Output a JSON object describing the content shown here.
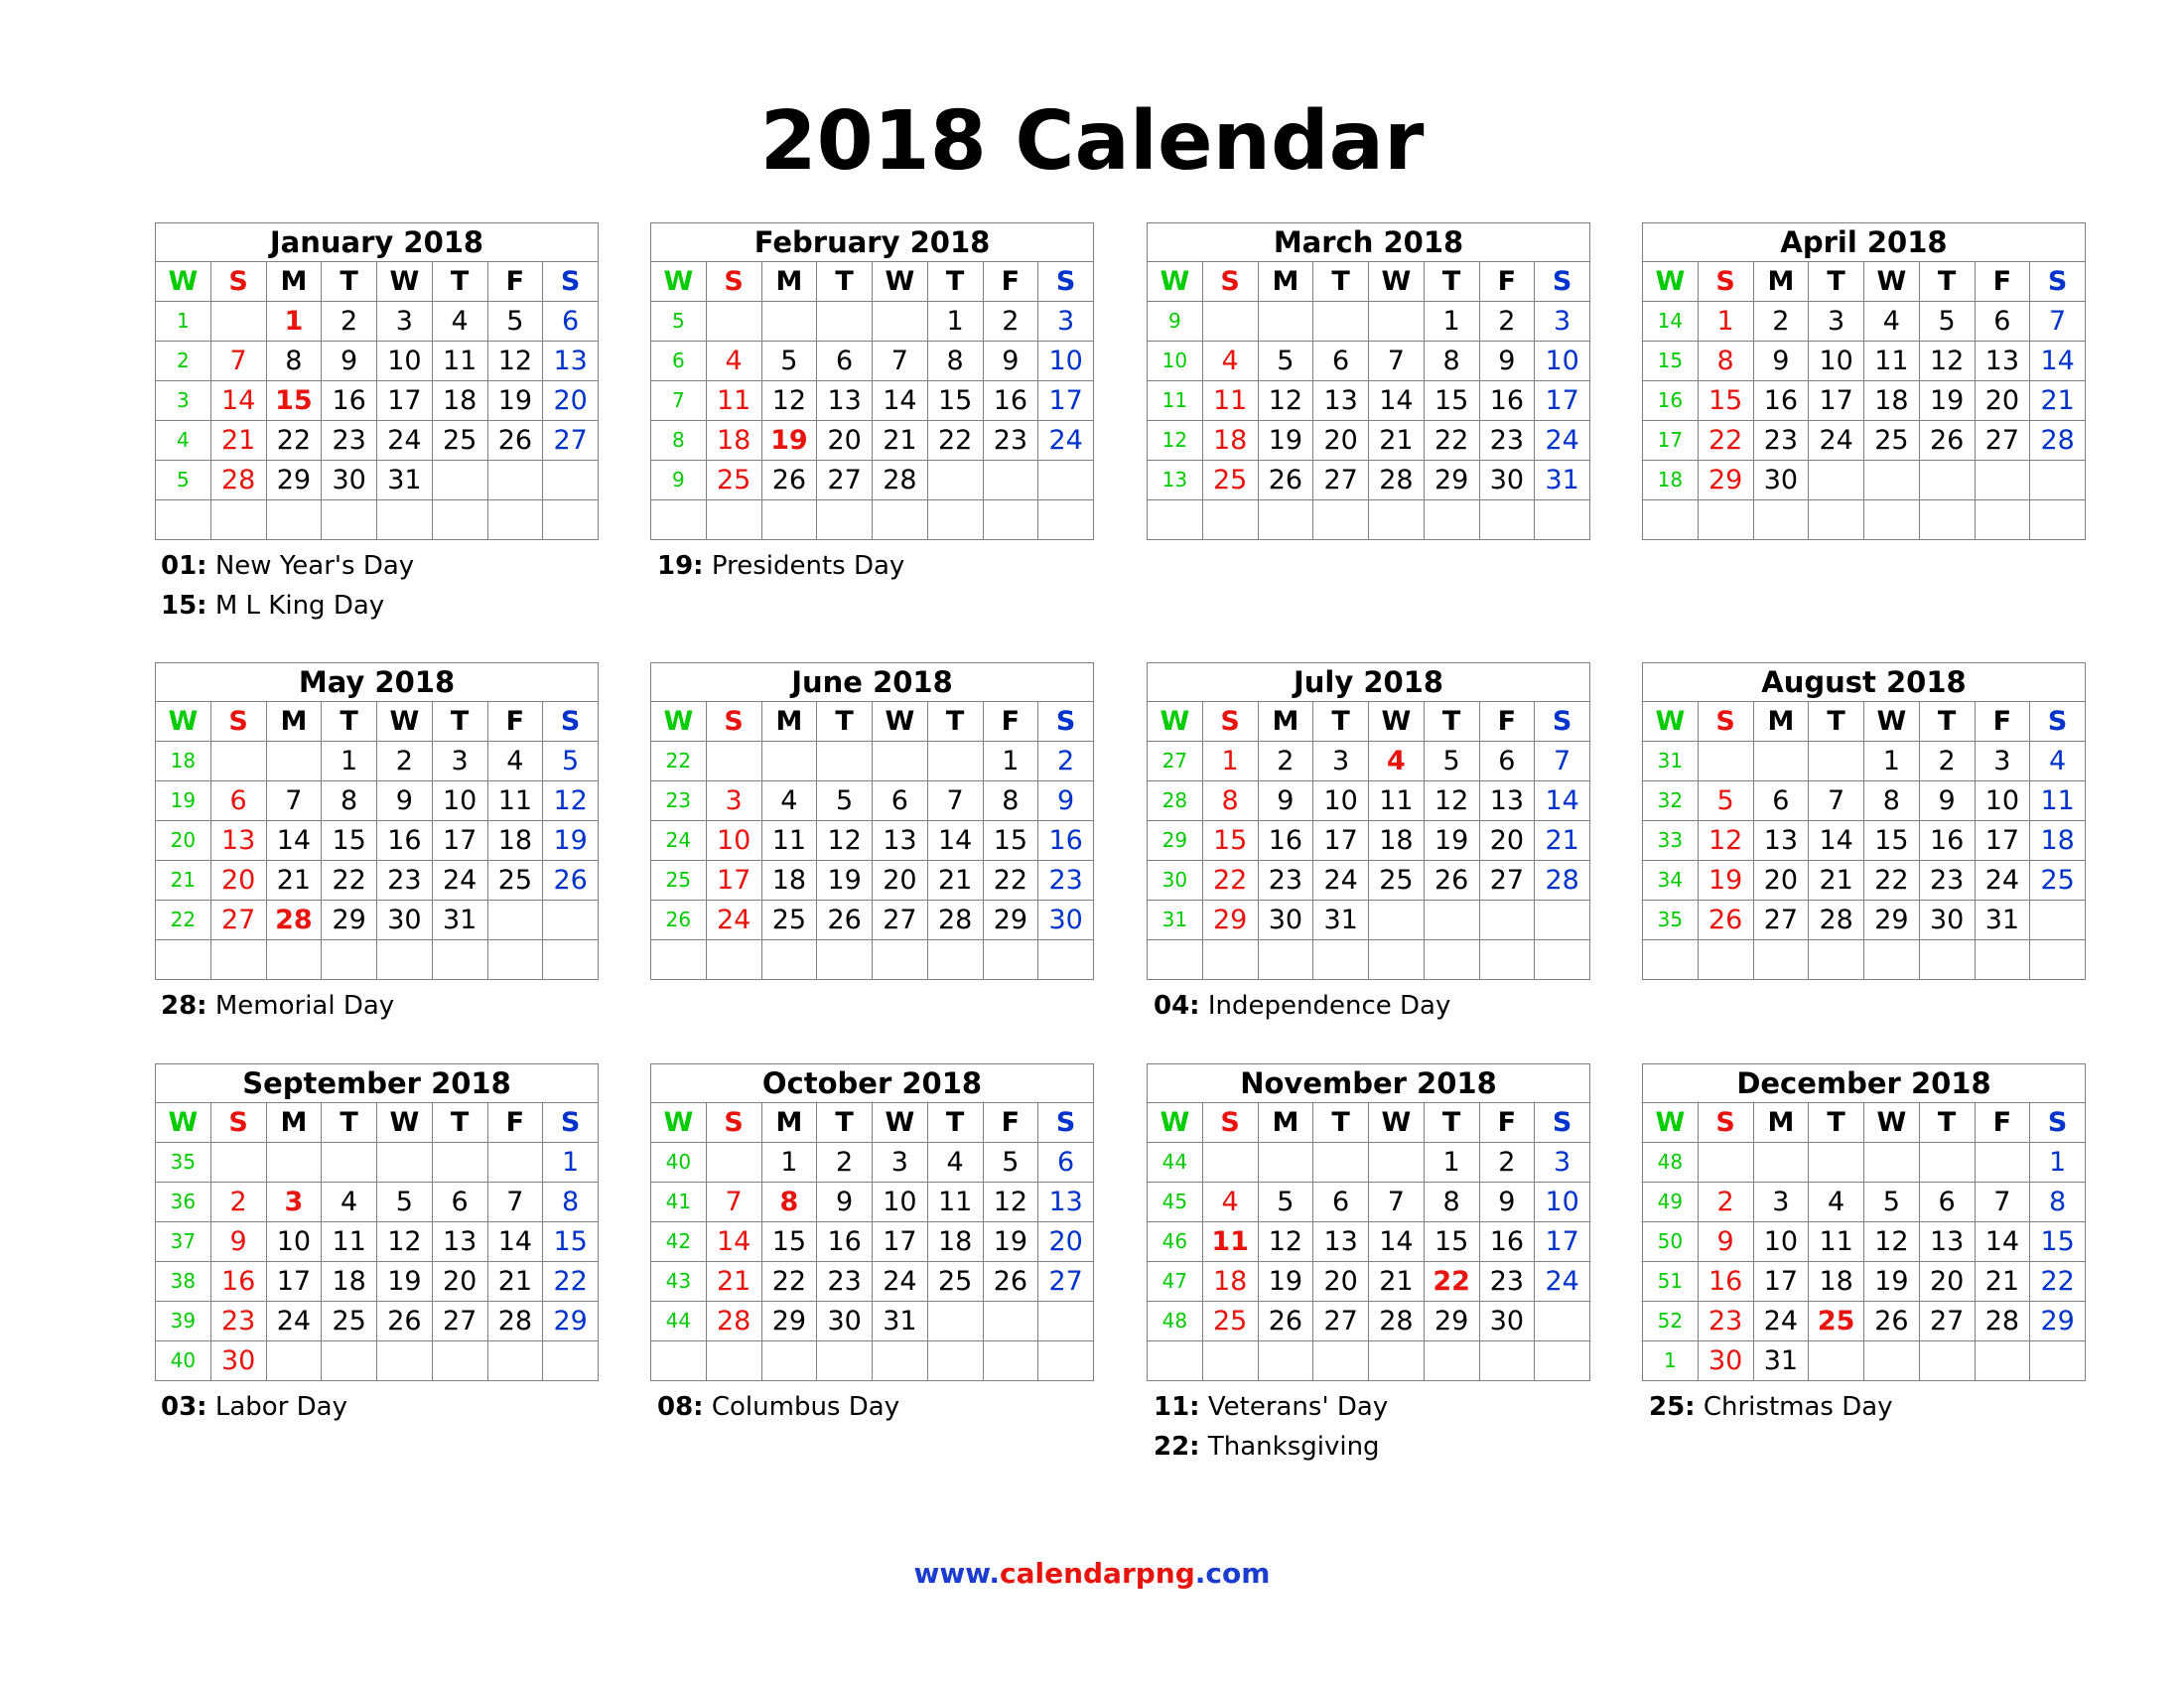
{
  "title": "2018 Calendar",
  "dow": [
    "W",
    "S",
    "M",
    "T",
    "W",
    "T",
    "F",
    "S"
  ],
  "colors": {
    "week": "#00cc00",
    "sunday": "#e8130d",
    "saturday": "#0033cc",
    "holiday": "#e8130d",
    "grid": "#7f7f7f"
  },
  "months": [
    {
      "name": "January 2018",
      "weeks": [
        "1",
        "2",
        "3",
        "4",
        "5",
        ""
      ],
      "days": [
        [
          "",
          "1",
          "2",
          "3",
          "4",
          "5",
          "6"
        ],
        [
          "7",
          "8",
          "9",
          "10",
          "11",
          "12",
          "13"
        ],
        [
          "14",
          "15",
          "16",
          "17",
          "18",
          "19",
          "20"
        ],
        [
          "21",
          "22",
          "23",
          "24",
          "25",
          "26",
          "27"
        ],
        [
          "28",
          "29",
          "30",
          "31",
          "",
          "",
          ""
        ],
        [
          "",
          "",
          "",
          "",
          "",
          "",
          ""
        ]
      ],
      "holidays": [
        "1",
        "15"
      ],
      "notes": [
        {
          "day": "01:",
          "text": "New Year's Day"
        },
        {
          "day": "15:",
          "text": "M L King Day"
        }
      ]
    },
    {
      "name": "February 2018",
      "weeks": [
        "5",
        "6",
        "7",
        "8",
        "9",
        ""
      ],
      "days": [
        [
          "",
          "",
          "",
          "",
          "1",
          "2",
          "3"
        ],
        [
          "4",
          "5",
          "6",
          "7",
          "8",
          "9",
          "10"
        ],
        [
          "11",
          "12",
          "13",
          "14",
          "15",
          "16",
          "17"
        ],
        [
          "18",
          "19",
          "20",
          "21",
          "22",
          "23",
          "24"
        ],
        [
          "25",
          "26",
          "27",
          "28",
          "",
          "",
          ""
        ],
        [
          "",
          "",
          "",
          "",
          "",
          "",
          ""
        ]
      ],
      "holidays": [
        "19"
      ],
      "notes": [
        {
          "day": "19:",
          "text": "Presidents Day"
        }
      ]
    },
    {
      "name": "March 2018",
      "weeks": [
        "9",
        "10",
        "11",
        "12",
        "13",
        ""
      ],
      "days": [
        [
          "",
          "",
          "",
          "",
          "1",
          "2",
          "3"
        ],
        [
          "4",
          "5",
          "6",
          "7",
          "8",
          "9",
          "10"
        ],
        [
          "11",
          "12",
          "13",
          "14",
          "15",
          "16",
          "17"
        ],
        [
          "18",
          "19",
          "20",
          "21",
          "22",
          "23",
          "24"
        ],
        [
          "25",
          "26",
          "27",
          "28",
          "29",
          "30",
          "31"
        ],
        [
          "",
          "",
          "",
          "",
          "",
          "",
          ""
        ]
      ],
      "holidays": [],
      "notes": []
    },
    {
      "name": "April 2018",
      "weeks": [
        "14",
        "15",
        "16",
        "17",
        "18",
        ""
      ],
      "days": [
        [
          "1",
          "2",
          "3",
          "4",
          "5",
          "6",
          "7"
        ],
        [
          "8",
          "9",
          "10",
          "11",
          "12",
          "13",
          "14"
        ],
        [
          "15",
          "16",
          "17",
          "18",
          "19",
          "20",
          "21"
        ],
        [
          "22",
          "23",
          "24",
          "25",
          "26",
          "27",
          "28"
        ],
        [
          "29",
          "30",
          "",
          "",
          "",
          "",
          ""
        ],
        [
          "",
          "",
          "",
          "",
          "",
          "",
          ""
        ]
      ],
      "holidays": [],
      "notes": []
    },
    {
      "name": "May 2018",
      "weeks": [
        "18",
        "19",
        "20",
        "21",
        "22",
        ""
      ],
      "days": [
        [
          "",
          "",
          "1",
          "2",
          "3",
          "4",
          "5"
        ],
        [
          "6",
          "7",
          "8",
          "9",
          "10",
          "11",
          "12"
        ],
        [
          "13",
          "14",
          "15",
          "16",
          "17",
          "18",
          "19"
        ],
        [
          "20",
          "21",
          "22",
          "23",
          "24",
          "25",
          "26"
        ],
        [
          "27",
          "28",
          "29",
          "30",
          "31",
          "",
          ""
        ],
        [
          "",
          "",
          "",
          "",
          "",
          "",
          ""
        ]
      ],
      "holidays": [
        "28"
      ],
      "notes": [
        {
          "day": "28:",
          "text": "Memorial Day"
        }
      ]
    },
    {
      "name": "June 2018",
      "weeks": [
        "22",
        "23",
        "24",
        "25",
        "26",
        ""
      ],
      "days": [
        [
          "",
          "",
          "",
          "",
          "",
          "1",
          "2"
        ],
        [
          "3",
          "4",
          "5",
          "6",
          "7",
          "8",
          "9"
        ],
        [
          "10",
          "11",
          "12",
          "13",
          "14",
          "15",
          "16"
        ],
        [
          "17",
          "18",
          "19",
          "20",
          "21",
          "22",
          "23"
        ],
        [
          "24",
          "25",
          "26",
          "27",
          "28",
          "29",
          "30"
        ],
        [
          "",
          "",
          "",
          "",
          "",
          "",
          ""
        ]
      ],
      "holidays": [],
      "notes": []
    },
    {
      "name": "July 2018",
      "weeks": [
        "27",
        "28",
        "29",
        "30",
        "31",
        ""
      ],
      "days": [
        [
          "1",
          "2",
          "3",
          "4",
          "5",
          "6",
          "7"
        ],
        [
          "8",
          "9",
          "10",
          "11",
          "12",
          "13",
          "14"
        ],
        [
          "15",
          "16",
          "17",
          "18",
          "19",
          "20",
          "21"
        ],
        [
          "22",
          "23",
          "24",
          "25",
          "26",
          "27",
          "28"
        ],
        [
          "29",
          "30",
          "31",
          "",
          "",
          "",
          ""
        ],
        [
          "",
          "",
          "",
          "",
          "",
          "",
          ""
        ]
      ],
      "holidays": [
        "4"
      ],
      "notes": [
        {
          "day": "04:",
          "text": "Independence Day"
        }
      ]
    },
    {
      "name": "August 2018",
      "weeks": [
        "31",
        "32",
        "33",
        "34",
        "35",
        ""
      ],
      "days": [
        [
          "",
          "",
          "",
          "1",
          "2",
          "3",
          "4"
        ],
        [
          "5",
          "6",
          "7",
          "8",
          "9",
          "10",
          "11"
        ],
        [
          "12",
          "13",
          "14",
          "15",
          "16",
          "17",
          "18"
        ],
        [
          "19",
          "20",
          "21",
          "22",
          "23",
          "24",
          "25"
        ],
        [
          "26",
          "27",
          "28",
          "29",
          "30",
          "31",
          ""
        ],
        [
          "",
          "",
          "",
          "",
          "",
          "",
          ""
        ]
      ],
      "holidays": [],
      "notes": []
    },
    {
      "name": "September 2018",
      "weeks": [
        "35",
        "36",
        "37",
        "38",
        "39",
        "40"
      ],
      "days": [
        [
          "",
          "",
          "",
          "",
          "",
          "",
          "1"
        ],
        [
          "2",
          "3",
          "4",
          "5",
          "6",
          "7",
          "8"
        ],
        [
          "9",
          "10",
          "11",
          "12",
          "13",
          "14",
          "15"
        ],
        [
          "16",
          "17",
          "18",
          "19",
          "20",
          "21",
          "22"
        ],
        [
          "23",
          "24",
          "25",
          "26",
          "27",
          "28",
          "29"
        ],
        [
          "30",
          "",
          "",
          "",
          "",
          "",
          ""
        ]
      ],
      "holidays": [
        "3"
      ],
      "notes": [
        {
          "day": "03:",
          "text": "Labor Day"
        }
      ]
    },
    {
      "name": "October 2018",
      "weeks": [
        "40",
        "41",
        "42",
        "43",
        "44",
        ""
      ],
      "days": [
        [
          "",
          "1",
          "2",
          "3",
          "4",
          "5",
          "6"
        ],
        [
          "7",
          "8",
          "9",
          "10",
          "11",
          "12",
          "13"
        ],
        [
          "14",
          "15",
          "16",
          "17",
          "18",
          "19",
          "20"
        ],
        [
          "21",
          "22",
          "23",
          "24",
          "25",
          "26",
          "27"
        ],
        [
          "28",
          "29",
          "30",
          "31",
          "",
          "",
          ""
        ],
        [
          "",
          "",
          "",
          "",
          "",
          "",
          ""
        ]
      ],
      "holidays": [
        "8"
      ],
      "notes": [
        {
          "day": "08:",
          "text": "Columbus Day"
        }
      ]
    },
    {
      "name": "November 2018",
      "weeks": [
        "44",
        "45",
        "46",
        "47",
        "48",
        ""
      ],
      "days": [
        [
          "",
          "",
          "",
          "",
          "1",
          "2",
          "3"
        ],
        [
          "4",
          "5",
          "6",
          "7",
          "8",
          "9",
          "10"
        ],
        [
          "11",
          "12",
          "13",
          "14",
          "15",
          "16",
          "17"
        ],
        [
          "18",
          "19",
          "20",
          "21",
          "22",
          "23",
          "24"
        ],
        [
          "25",
          "26",
          "27",
          "28",
          "29",
          "30",
          ""
        ],
        [
          "",
          "",
          "",
          "",
          "",
          "",
          ""
        ]
      ],
      "holidays": [
        "11",
        "22"
      ],
      "notes": [
        {
          "day": "11:",
          "text": "Veterans' Day"
        },
        {
          "day": "22:",
          "text": "Thanksgiving"
        }
      ]
    },
    {
      "name": "December 2018",
      "weeks": [
        "48",
        "49",
        "50",
        "51",
        "52",
        "1"
      ],
      "days": [
        [
          "",
          "",
          "",
          "",
          "",
          "",
          "1"
        ],
        [
          "2",
          "3",
          "4",
          "5",
          "6",
          "7",
          "8"
        ],
        [
          "9",
          "10",
          "11",
          "12",
          "13",
          "14",
          "15"
        ],
        [
          "16",
          "17",
          "18",
          "19",
          "20",
          "21",
          "22"
        ],
        [
          "23",
          "24",
          "25",
          "26",
          "27",
          "28",
          "29"
        ],
        [
          "30",
          "31",
          "",
          "",
          "",
          "",
          ""
        ]
      ],
      "holidays": [
        "25"
      ],
      "notes": [
        {
          "day": "25:",
          "text": "Christmas Day"
        }
      ]
    }
  ],
  "footer": {
    "prefix": "www.",
    "middle": "calendarpng",
    "suffix": ".com"
  }
}
